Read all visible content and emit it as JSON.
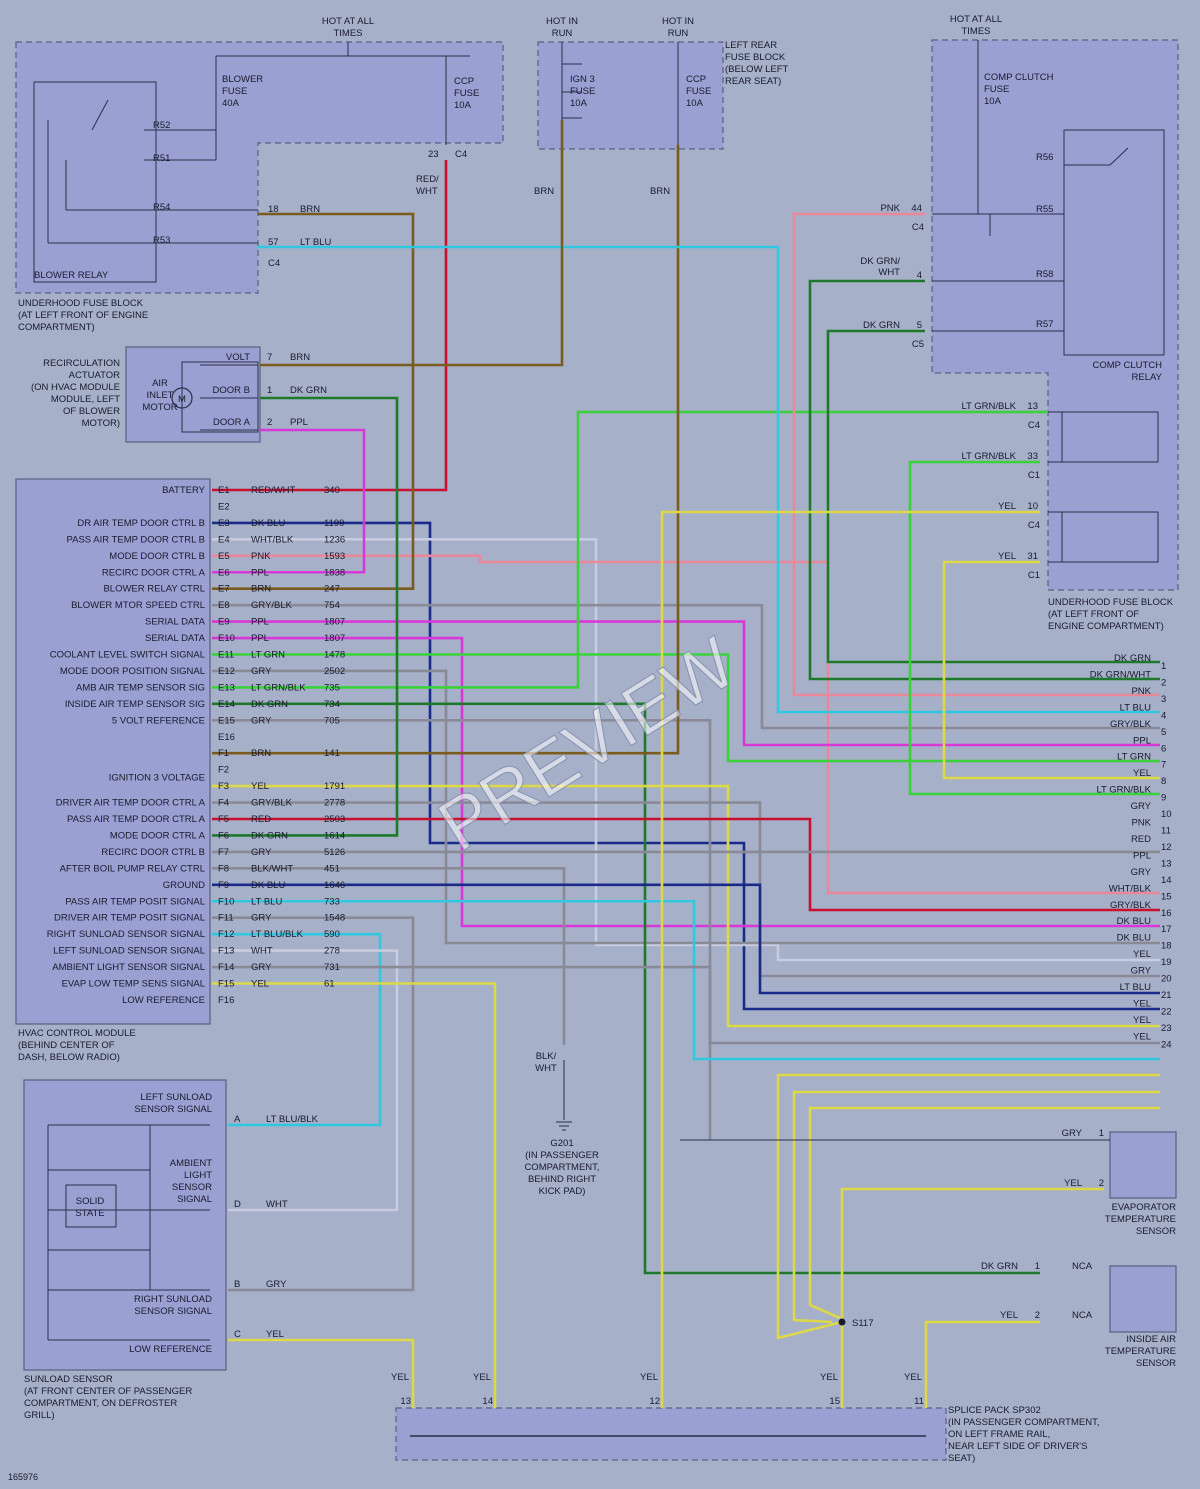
{
  "diagram_id": "165976",
  "watermark": "PREVIEW",
  "power": {
    "hot_all_times_left": [
      "HOT AT ALL",
      "TIMES"
    ],
    "hot_in_run_1": [
      "HOT IN",
      "RUN"
    ],
    "hot_in_run_2": [
      "HOT IN",
      "RUN"
    ],
    "hot_all_times_right": [
      "HOT AT ALL",
      "TIMES"
    ]
  },
  "underhood_fuse_block_left": {
    "label": [
      "UNDERHOOD FUSE BLOCK",
      "(AT LEFT FRONT OF ENGINE",
      "COMPARTMENT)"
    ],
    "blower_relay": "BLOWER RELAY",
    "blower_fuse": [
      "BLOWER",
      "FUSE",
      "40A"
    ],
    "ccp_fuse": [
      "CCP",
      "FUSE",
      "10A"
    ],
    "relay_pins": [
      "R52",
      "R51",
      "R54",
      "R53"
    ],
    "c4_pins": [
      "18",
      "57",
      "23"
    ],
    "conn": "C4"
  },
  "left_rear_fuse_block": {
    "label": [
      "LEFT REAR",
      "FUSE BLOCK",
      "(BELOW LEFT",
      "REAR SEAT)"
    ],
    "ign3_fuse": [
      "IGN 3",
      "FUSE",
      "10A"
    ],
    "ccp_fuse": [
      "CCP",
      "FUSE",
      "10A"
    ]
  },
  "underhood_fuse_block_right": {
    "label": [
      "UNDERHOOD FUSE BLOCK",
      "(AT LEFT FRONT OF",
      "ENGINE COMPARTMENT)"
    ],
    "comp_clutch_fuse": [
      "COMP CLUTCH",
      "FUSE",
      "10A"
    ],
    "comp_clutch_relay": [
      "COMP CLUTCH",
      "RELAY"
    ],
    "relay_pins": [
      "R56",
      "R55",
      "R58",
      "R57"
    ],
    "pins": [
      {
        "wire": "PNK",
        "pin": "44",
        "conn": "C4"
      },
      {
        "wire": "DK GRN/",
        "wire2": "WHT",
        "pin": "4",
        "conn": ""
      },
      {
        "wire": "DK GRN",
        "pin": "5",
        "conn": "C5"
      },
      {
        "wire": "LT GRN/BLK",
        "pin": "13",
        "conn": "C4"
      },
      {
        "wire": "LT GRN/BLK",
        "pin": "33",
        "conn": "C1"
      },
      {
        "wire": "YEL",
        "pin": "10",
        "conn": "C4"
      },
      {
        "wire": "YEL",
        "pin": "31",
        "conn": "C1"
      }
    ]
  },
  "top_wires": {
    "red_wht": [
      "RED/",
      "WHT"
    ],
    "brn": "BRN",
    "brn2": "BRN",
    "brn3": "BRN",
    "lt_blu": "LT BLU",
    "brn_mid": "BRN"
  },
  "actuator": {
    "label": [
      "RECIRCULATION",
      "ACTUATOR",
      "(ON HVAC MODULE",
      "MODULE, LEFT",
      "OF BLOWER",
      "MOTOR)"
    ],
    "motor": [
      "AIR",
      "INLET",
      "MOTOR"
    ],
    "motor_symbol": "M",
    "pins": [
      {
        "name": "VOLT",
        "pin": "7",
        "wire": "BRN"
      },
      {
        "name": "DOOR B",
        "pin": "1",
        "wire": "DK GRN"
      },
      {
        "name": "DOOR A",
        "pin": "2",
        "wire": "PPL"
      }
    ]
  },
  "hvac_module": {
    "label": [
      "HVAC CONTROL MODULE",
      "(BEHIND CENTER OF",
      "DASH, BELOW RADIO)"
    ],
    "rows": [
      {
        "fn": "BATTERY",
        "pin": "E1",
        "wire": "RED/WHT",
        "ckt": "340"
      },
      {
        "fn": "",
        "pin": "E2",
        "wire": "",
        "ckt": ""
      },
      {
        "fn": "DR AIR TEMP DOOR CTRL B",
        "pin": "E3",
        "wire": "DK BLU",
        "ckt": "1199"
      },
      {
        "fn": "PASS AIR TEMP DOOR CTRL B",
        "pin": "E4",
        "wire": "WHT/BLK",
        "ckt": "1236"
      },
      {
        "fn": "MODE DOOR CTRL B",
        "pin": "E5",
        "wire": "PNK",
        "ckt": "1593"
      },
      {
        "fn": "RECIRC DOOR CTRL A",
        "pin": "E6",
        "wire": "PPL",
        "ckt": "1838"
      },
      {
        "fn": "BLOWER RELAY CTRL",
        "pin": "E7",
        "wire": "BRN",
        "ckt": "247"
      },
      {
        "fn": "BLOWER MTOR SPEED CTRL",
        "pin": "E8",
        "wire": "GRY/BLK",
        "ckt": "754"
      },
      {
        "fn": "SERIAL DATA",
        "pin": "E9",
        "wire": "PPL",
        "ckt": "1807"
      },
      {
        "fn": "SERIAL DATA",
        "pin": "E10",
        "wire": "PPL",
        "ckt": "1807"
      },
      {
        "fn": "COOLANT LEVEL SWITCH SIGNAL",
        "pin": "E11",
        "wire": "LT GRN",
        "ckt": "1478"
      },
      {
        "fn": "MODE DOOR POSITION SIGNAL",
        "pin": "E12",
        "wire": "GRY",
        "ckt": "2502"
      },
      {
        "fn": "AMB AIR TEMP SENSOR SIG",
        "pin": "E13",
        "wire": "LT GRN/BLK",
        "ckt": "735"
      },
      {
        "fn": "INSIDE AIR TEMP SENSOR SIG",
        "pin": "E14",
        "wire": "DK GRN",
        "ckt": "734"
      },
      {
        "fn": "5 VOLT REFERENCE",
        "pin": "E15",
        "wire": "GRY",
        "ckt": "705"
      },
      {
        "fn": "",
        "pin": "E16",
        "wire": "",
        "ckt": ""
      },
      {
        "fn": "",
        "pin": "F1",
        "wire": "BRN",
        "ckt": "141"
      },
      {
        "fn": "IGNITION 3 VOLTAGE",
        "pin": "F2",
        "wire": "",
        "ckt": ""
      },
      {
        "fn": "",
        "pin": "F3",
        "wire": "YEL",
        "ckt": "1791"
      },
      {
        "fn": "DRIVER AIR TEMP DOOR CTRL A",
        "pin": "F4",
        "wire": "GRY/BLK",
        "ckt": "2778"
      },
      {
        "fn": "PASS AIR TEMP DOOR CTRL A",
        "pin": "F5",
        "wire": "RED",
        "ckt": "2503"
      },
      {
        "fn": "MODE DOOR CTRL A",
        "pin": "F6",
        "wire": "DK GRN",
        "ckt": "1614"
      },
      {
        "fn": "RECIRC DOOR CTRL B",
        "pin": "F7",
        "wire": "GRY",
        "ckt": "5126"
      },
      {
        "fn": "AFTER BOIL PUMP RELAY CTRL",
        "pin": "F8",
        "wire": "BLK/WHT",
        "ckt": "451"
      },
      {
        "fn": "GROUND",
        "pin": "F9",
        "wire": "DK BLU",
        "ckt": "1646"
      },
      {
        "fn": "PASS AIR TEMP POSIT SIGNAL",
        "pin": "F10",
        "wire": "LT BLU",
        "ckt": "733"
      },
      {
        "fn": "DRIVER AIR TEMP POSIT SIGNAL",
        "pin": "F11",
        "wire": "GRY",
        "ckt": "1548"
      },
      {
        "fn": "RIGHT SUNLOAD SENSOR SIGNAL",
        "pin": "F12",
        "wire": "LT BLU/BLK",
        "ckt": "590"
      },
      {
        "fn": "LEFT SUNLOAD SENSOR SIGNAL",
        "pin": "F13",
        "wire": "WHT",
        "ckt": "278"
      },
      {
        "fn": "AMBIENT LIGHT SENSOR SIGNAL",
        "pin": "F14",
        "wire": "GRY",
        "ckt": "731"
      },
      {
        "fn": "EVAP LOW TEMP SENS SIGNAL",
        "pin": "F15",
        "wire": "YEL",
        "ckt": "61"
      },
      {
        "fn": "LOW REFERENCE",
        "pin": "F16",
        "wire": "",
        "ckt": ""
      }
    ]
  },
  "right_connector": [
    {
      "n": "1",
      "wire": "DK GRN"
    },
    {
      "n": "2",
      "wire": "DK GRN/WHT"
    },
    {
      "n": "3",
      "wire": "PNK"
    },
    {
      "n": "4",
      "wire": "LT BLU"
    },
    {
      "n": "5",
      "wire": "GRY/BLK"
    },
    {
      "n": "6",
      "wire": "PPL"
    },
    {
      "n": "7",
      "wire": "LT GRN"
    },
    {
      "n": "8",
      "wire": "YEL"
    },
    {
      "n": "9",
      "wire": "LT GRN/BLK"
    },
    {
      "n": "10",
      "wire": "GRY"
    },
    {
      "n": "11",
      "wire": "PNK"
    },
    {
      "n": "12",
      "wire": "RED"
    },
    {
      "n": "13",
      "wire": "PPL"
    },
    {
      "n": "14",
      "wire": "GRY"
    },
    {
      "n": "15",
      "wire": "WHT/BLK"
    },
    {
      "n": "16",
      "wire": "GRY/BLK"
    },
    {
      "n": "17",
      "wire": "DK BLU"
    },
    {
      "n": "18",
      "wire": "DK BLU"
    },
    {
      "n": "19",
      "wire": "YEL"
    },
    {
      "n": "20",
      "wire": "GRY"
    },
    {
      "n": "21",
      "wire": "LT BLU"
    },
    {
      "n": "22",
      "wire": "YEL"
    },
    {
      "n": "23",
      "wire": "YEL"
    },
    {
      "n": "24",
      "wire": "YEL"
    }
  ],
  "sunload": {
    "label": [
      "SUNLOAD SENSOR",
      "(AT FRONT CENTER OF PASSENGER",
      "COMPARTMENT, ON DEFROSTER",
      "GRILL)"
    ],
    "solid_state": [
      "SOLID",
      "STATE"
    ],
    "pins": [
      {
        "name": [
          "LEFT SUNLOAD",
          "SENSOR SIGNAL"
        ],
        "pin": "A",
        "wire": "LT BLU/BLK"
      },
      {
        "name": [
          "AMBIENT",
          "LIGHT",
          "SENSOR",
          "SIGNAL"
        ],
        "pin": "D",
        "wire": "WHT"
      },
      {
        "name": [
          "RIGHT SUNLOAD",
          "SENSOR SIGNAL"
        ],
        "pin": "B",
        "wire": "GRY"
      },
      {
        "name": [
          "LOW REFERENCE"
        ],
        "pin": "C",
        "wire": "YEL"
      }
    ]
  },
  "ground": {
    "wire": [
      "BLK/",
      "WHT"
    ],
    "label": [
      "G201",
      "(IN PASSENGER",
      "COMPARTMENT,",
      "BEHIND RIGHT",
      "KICK PAD)"
    ]
  },
  "evap_sensor": {
    "label": [
      "EVAPORATOR",
      "TEMPERATURE",
      "SENSOR"
    ],
    "pins": [
      {
        "wire": "GRY",
        "pin": "1"
      },
      {
        "wire": "YEL",
        "pin": "2"
      }
    ]
  },
  "inside_sensor": {
    "label": [
      "INSIDE AIR",
      "TEMPERATURE",
      "SENSOR"
    ],
    "pins": [
      {
        "wire": "DK GRN",
        "pin": "1",
        "nca": "NCA"
      },
      {
        "wire": "YEL",
        "pin": "2",
        "nca": "NCA"
      }
    ]
  },
  "splice_s117": "S117",
  "splice_pack": {
    "label": [
      "SPLICE PACK SP302",
      "(IN PASSENGER COMPARTMENT,",
      "ON LEFT FRAME RAIL,",
      "NEAR LEFT SIDE OF DRIVER'S",
      "SEAT)"
    ],
    "pins": [
      {
        "pin": "13",
        "wire": "YEL"
      },
      {
        "pin": "14",
        "wire": "YEL"
      },
      {
        "pin": "12",
        "wire": "YEL"
      },
      {
        "pin": "15",
        "wire": "YEL"
      },
      {
        "pin": "11",
        "wire": "YEL"
      }
    ]
  },
  "colors": {
    "RED": "#c8102e",
    "BRN": "#7a5c1e",
    "DK BLU": "#1a2a8a",
    "LT BLU": "#30c8e0",
    "DK GRN": "#1e7a2a",
    "LT GRN": "#3ad23a",
    "PNK": "#e8889a",
    "PPL": "#d838d8",
    "YEL": "#dcd84a",
    "GRY": "#8a8a96",
    "WHT": "#c8cce0"
  }
}
